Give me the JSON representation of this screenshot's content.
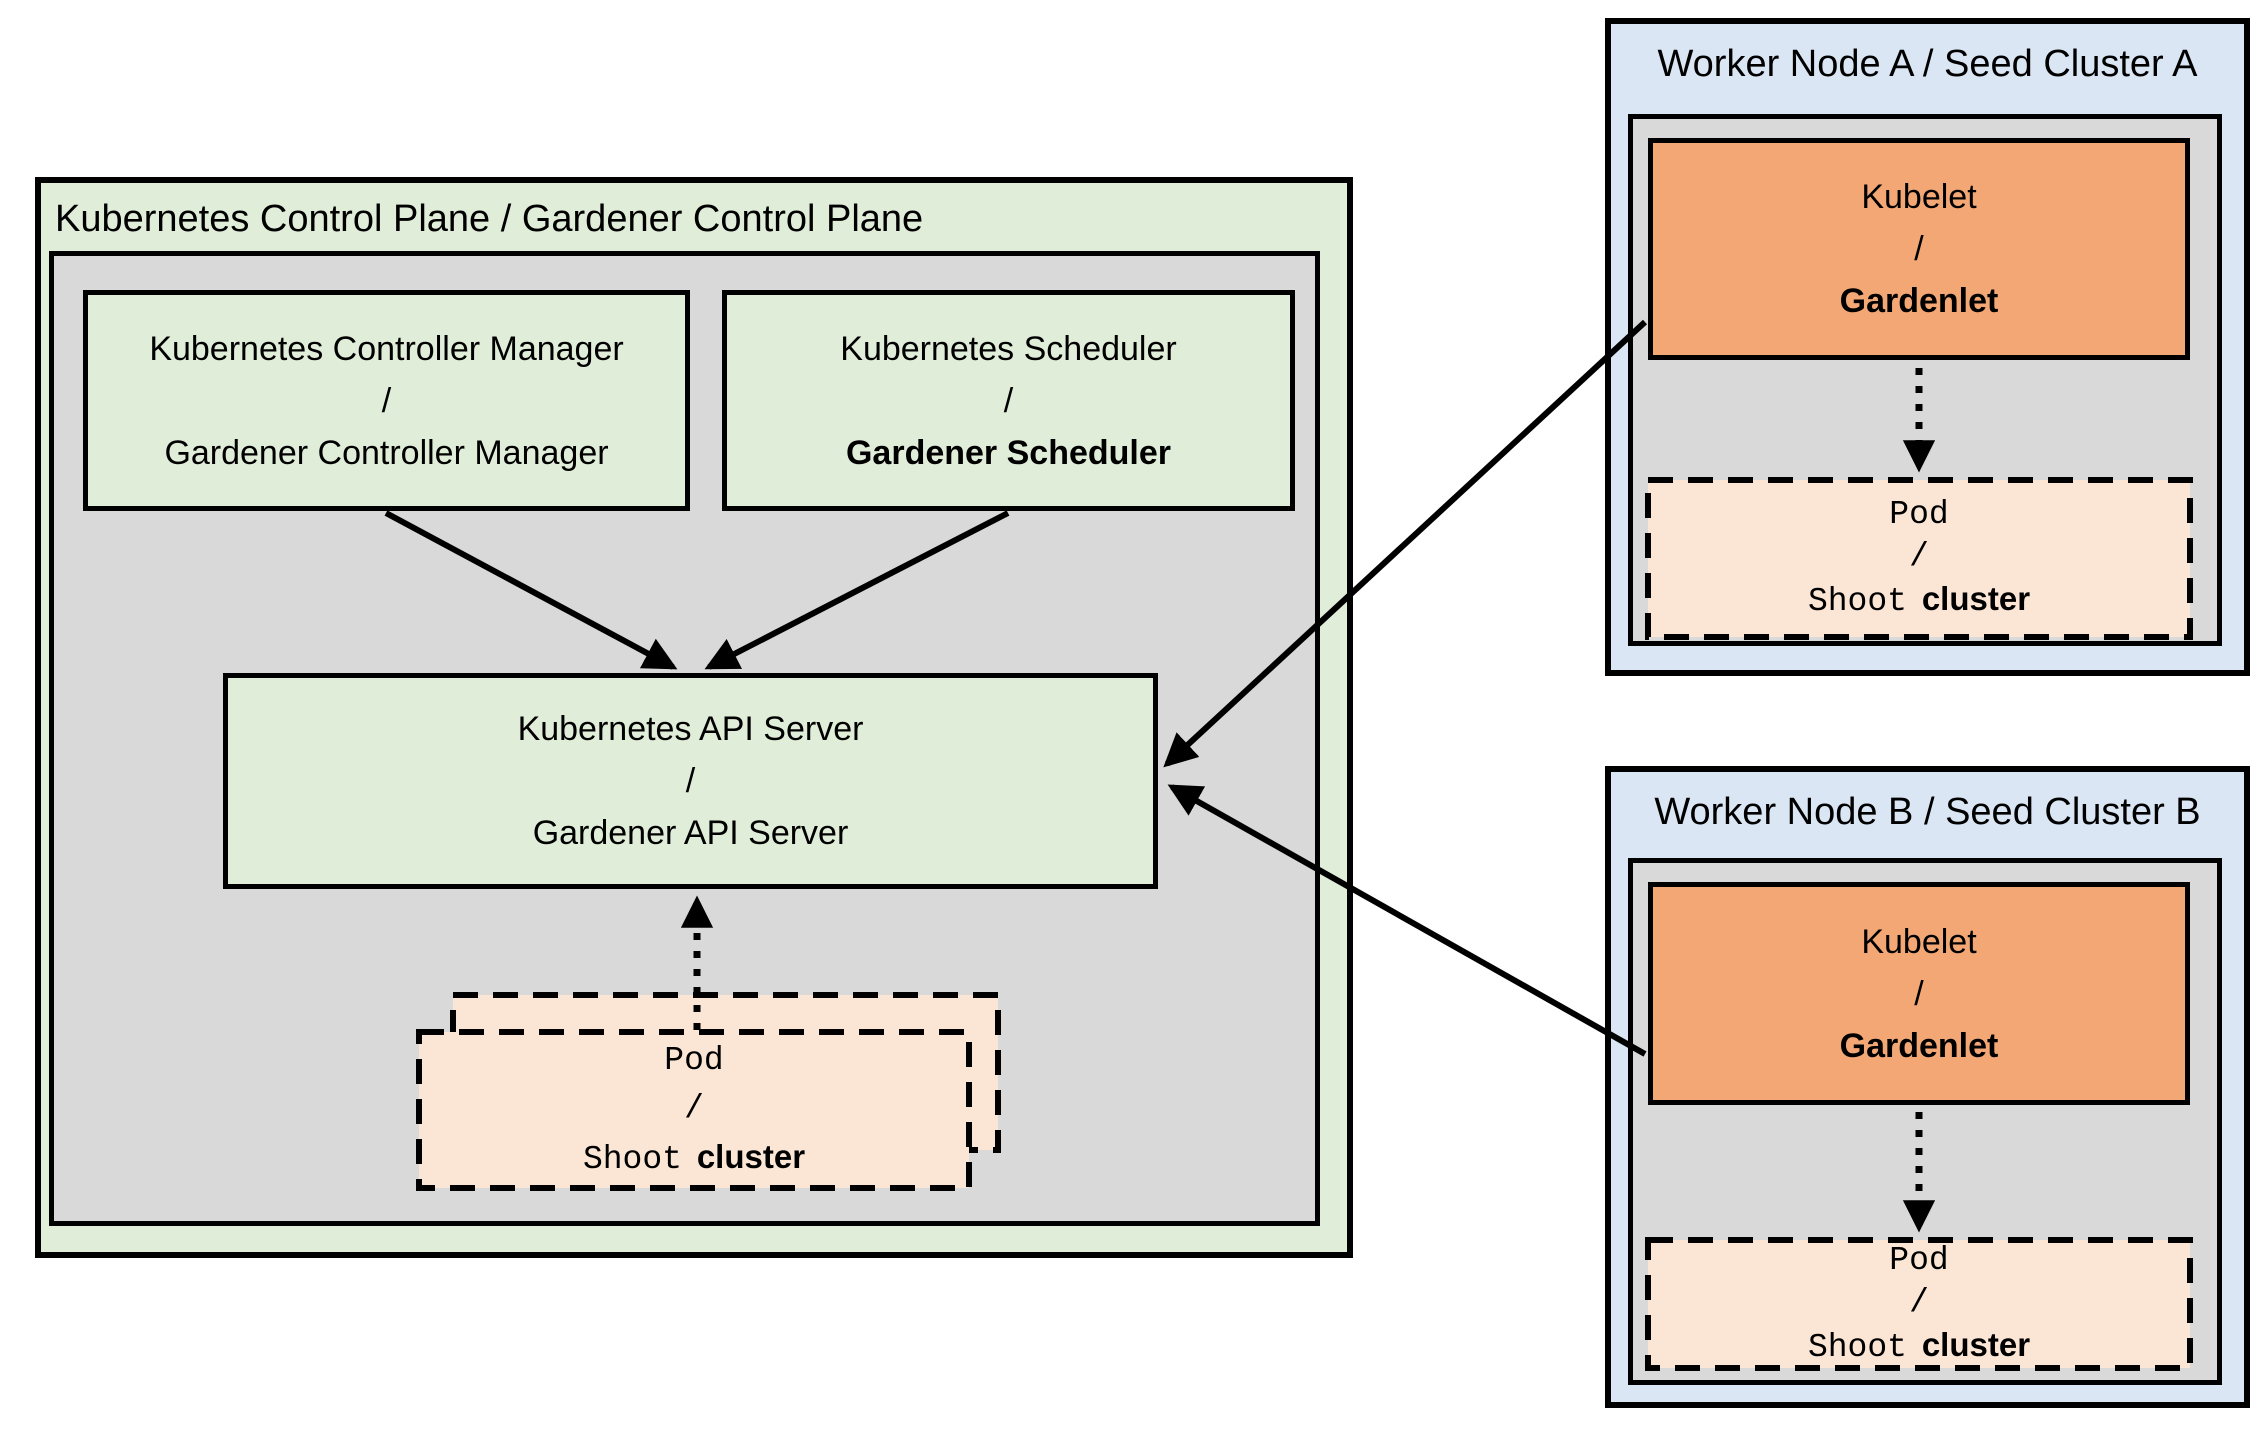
{
  "colors": {
    "page-bg": "#FFFFFF",
    "green-light": "#E0EDD8",
    "gray-panel": "#D9D9D9",
    "orange-fill": "#F2A774",
    "peach-fill": "#FBE5D5",
    "blue-light": "#DAE6F3",
    "line-black": "#000000"
  },
  "control_plane": {
    "title": "Kubernetes Control Plane / Gardener Control Plane",
    "controller_manager": {
      "top": "Kubernetes Controller Manager",
      "sep": "/",
      "bottom": "Gardener Controller Manager"
    },
    "scheduler": {
      "top": "Kubernetes Scheduler",
      "sep": "/",
      "bottom": "Gardener Scheduler"
    },
    "api_server": {
      "top": "Kubernetes API Server",
      "sep": "/",
      "bottom": "Gardener API Server"
    }
  },
  "pod": {
    "top": "Pod",
    "sep": "/",
    "bottom_code": "Shoot",
    "bottom_plain": "cluster"
  },
  "worker_a": {
    "title": "Worker Node A / Seed Cluster A",
    "kubelet": {
      "top": "Kubelet",
      "sep": "/",
      "bottom": "Gardenlet"
    }
  },
  "worker_b": {
    "title": "Worker Node B / Seed Cluster B",
    "kubelet": {
      "top": "Kubelet",
      "sep": "/",
      "bottom": "Gardenlet"
    }
  }
}
